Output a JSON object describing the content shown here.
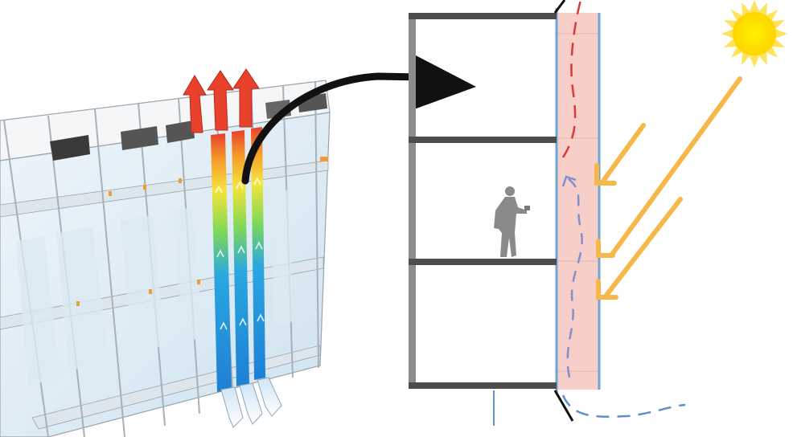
{
  "diagram": {
    "left_panel": "double-skin-facade-3d",
    "right_panel": "facade-section-airflow",
    "colors": {
      "background": "#ffffff",
      "slab": "#4d4d4d",
      "column": "#8c8c8c",
      "cavity_fill": "#f7cfc8",
      "glass_line": "#6fa3d1",
      "warm_air": "#d93a3a",
      "cool_air": "#7f8fcf",
      "ground_air": "#5f8fc8",
      "sun_ray": "#f7b84a",
      "sun": "#ffd400",
      "sun_rays": "#ffe35a",
      "person": "#8a8a8a",
      "arrow": "#111111",
      "flow_hot": "#e8412c",
      "flow_cold": "#1e7fd6"
    },
    "icons": [
      "sun-icon",
      "person-silhouette-icon",
      "curved-arrow-icon",
      "exhaust-arrow-icon"
    ],
    "floor_count": 3,
    "exhaust_arrow_count": 3,
    "solar_ray_count": 3
  }
}
